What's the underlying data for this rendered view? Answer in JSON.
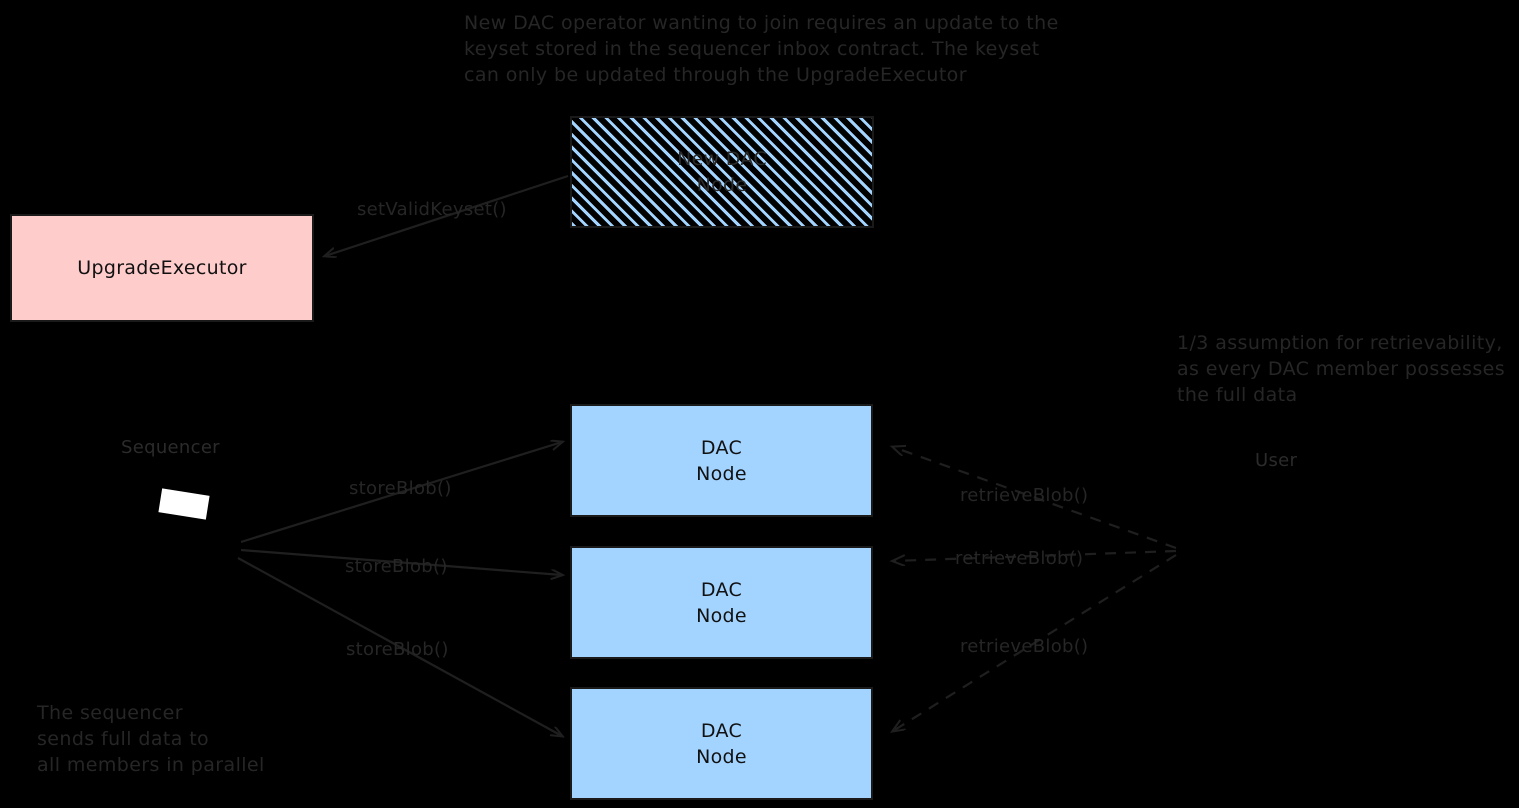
{
  "diagram": {
    "background_color": "#000000",
    "notes": [
      {
        "id": "keyset-note",
        "text": "New DAC operator wanting to join requires an update to the\nkeyset stored in the sequencer inbox contract. The keyset\ncan only be updated through the UpgradeExecutor"
      },
      {
        "id": "retrievability-note",
        "text": "1/3 assumption for retrievability,\nas every DAC member possesses\nthe full data"
      },
      {
        "id": "parallel-note",
        "text": "The sequencer\nsends full data to\nall members in parallel"
      }
    ],
    "nodes": [
      {
        "id": "new-dac-node",
        "label": "New DAC\nNode",
        "style": "hatched",
        "fill": "#A3D4FF",
        "border": "#1a1a1a"
      },
      {
        "id": "upgrade-executor",
        "label": "UpgradeExecutor",
        "style": "solid",
        "fill": "#FFCCCC",
        "border": "#1a1a1a"
      },
      {
        "id": "dac-node-1",
        "label": "DAC\nNode",
        "style": "solid",
        "fill": "#A3D4FF",
        "border": "#1a1a1a"
      },
      {
        "id": "dac-node-2",
        "label": "DAC\nNode",
        "style": "solid",
        "fill": "#A3D4FF",
        "border": "#1a1a1a"
      },
      {
        "id": "dac-node-3",
        "label": "DAC\nNode",
        "style": "solid",
        "fill": "#A3D4FF",
        "border": "#1a1a1a"
      }
    ],
    "actors": [
      {
        "id": "sequencer",
        "label": "Sequencer"
      },
      {
        "id": "user",
        "label": "User"
      }
    ],
    "edges": [
      {
        "id": "set-valid-keyset",
        "label": "setValidKeyset()",
        "style": "solid",
        "from": "new-dac-node",
        "to": "upgrade-executor"
      },
      {
        "id": "store-blob-1",
        "label": "storeBlob()",
        "style": "solid",
        "from": "sequencer",
        "to": "dac-node-1"
      },
      {
        "id": "store-blob-2",
        "label": "storeBlob()",
        "style": "solid",
        "from": "sequencer",
        "to": "dac-node-2"
      },
      {
        "id": "store-blob-3",
        "label": "storeBlob()",
        "style": "solid",
        "from": "sequencer",
        "to": "dac-node-3"
      },
      {
        "id": "retrieve-blob-1",
        "label": "retrieveBlob()",
        "style": "dashed",
        "from": "user",
        "to": "dac-node-1"
      },
      {
        "id": "retrieve-blob-2",
        "label": "retrieveBlob()",
        "style": "dashed",
        "from": "user",
        "to": "dac-node-2"
      },
      {
        "id": "retrieve-blob-3",
        "label": "retrieveBlob()",
        "style": "dashed",
        "from": "user",
        "to": "dac-node-3"
      }
    ]
  }
}
